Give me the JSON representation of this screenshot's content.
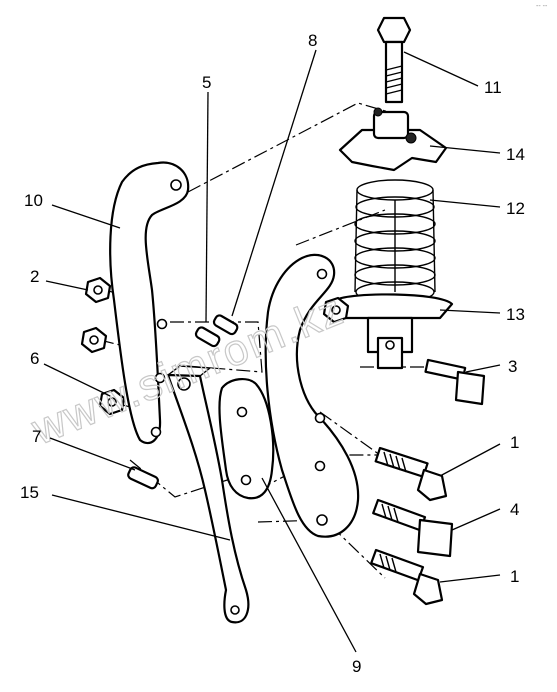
{
  "callouts": [
    "8",
    "5",
    "11",
    "14",
    "10",
    "12",
    "2",
    "13",
    "6",
    "3",
    "7",
    "1",
    "15",
    "4",
    "1",
    "9"
  ],
  "watermark": "www.simrom.kz",
  "corner_mark": "-- --",
  "colors": {
    "ink": "#000000",
    "paper": "#ffffff",
    "watermark": "#c8c8c8"
  }
}
